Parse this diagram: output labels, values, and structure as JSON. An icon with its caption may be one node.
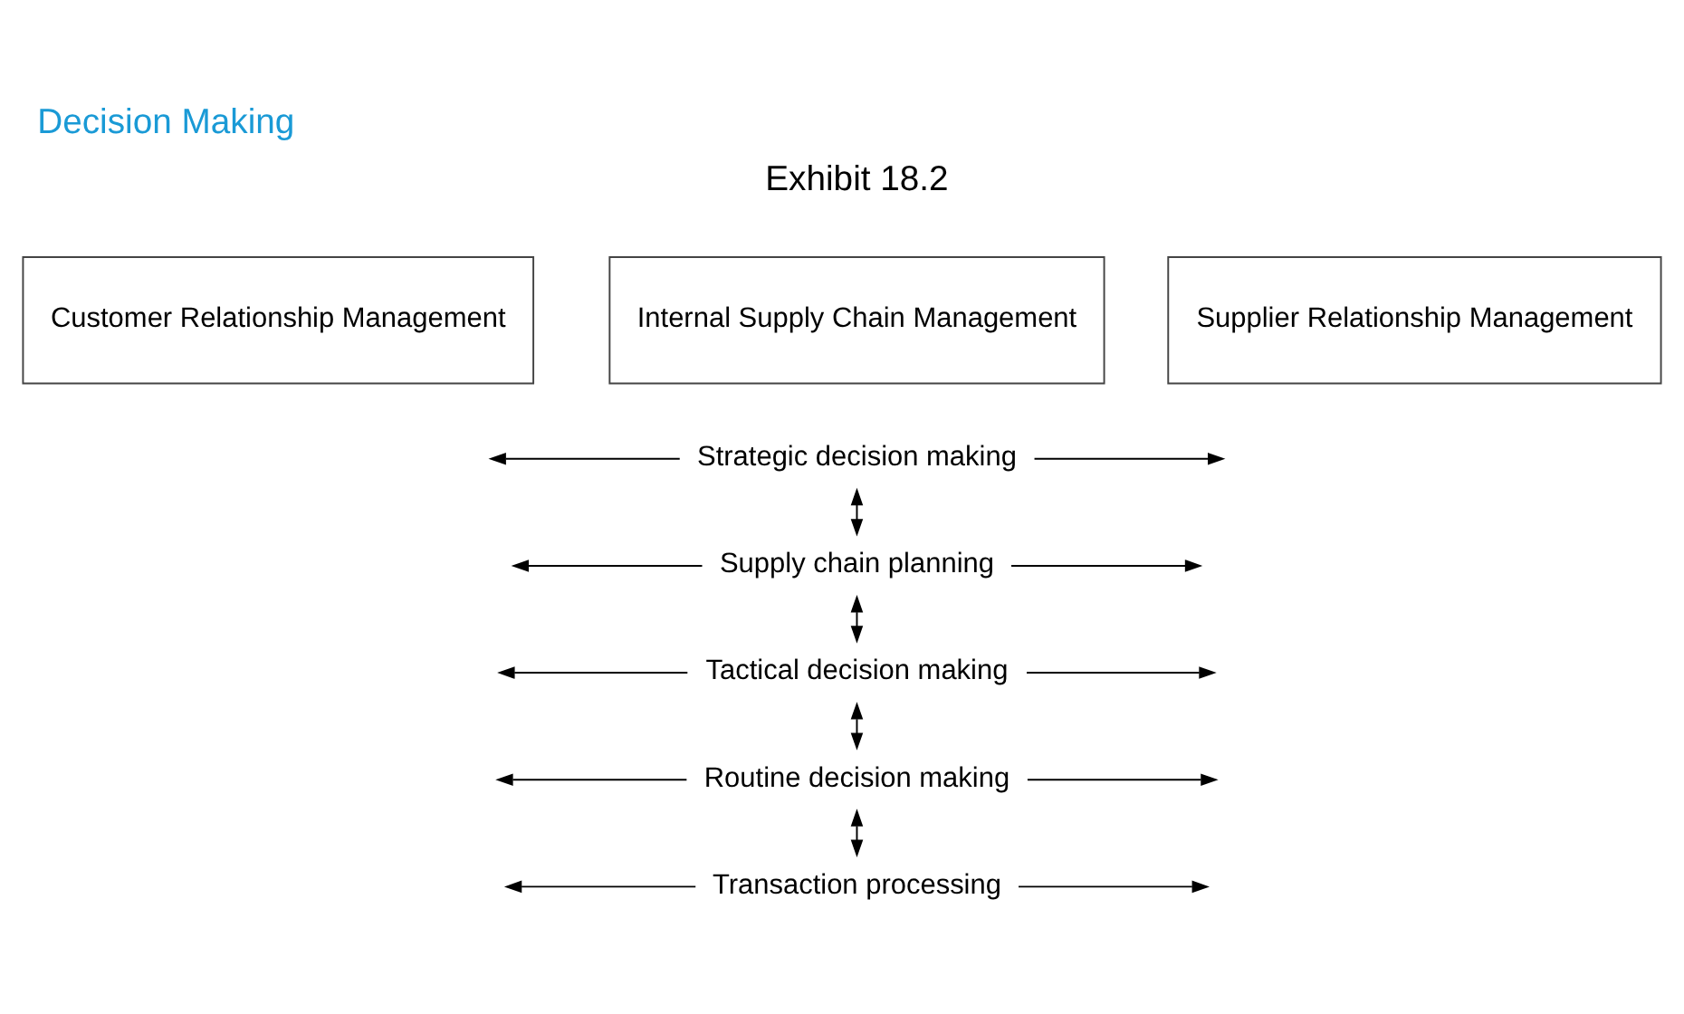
{
  "diagram": {
    "title": "Decision Making",
    "nodes": [
      {
        "text": [
          "Customer Relationship Management"
        ]
      },
      {
        "text": [
          "Internal Supply Chain Management"
        ]
      },
      {
        "text": [
          "Supplier Relationship Management"
        ]
      },
      {
        "text": [
          "Strategic decision making"
        ]
      },
      {
        "text": [
          "Supply chain planning"
        ]
      },
      {
        "text": [
          "Tactical decision making"
        ]
      },
      {
        "text": [
          "Routine decision making"
        ]
      },
      {
        "text": [
          "Transaction processing"
        ]
      }
    ],
    "edges": [
      {
        "from": 3,
        "to": null,
        "arrow": "to"
      },
      {
        "from": 3,
        "to": null,
        "arrow": "to"
      },
      {
        "from": 3,
        "to": 4,
        "arrow": "both"
      },
      {
        "from": 4,
        "to": null,
        "arrow": "to"
      },
      {
        "from": 4,
        "to": null,
        "arrow": "to"
      },
      {
        "from": 4,
        "to": 5,
        "arrow": "both"
      },
      {
        "from": 5,
        "to": null,
        "arrow": "to"
      },
      {
        "from": 5,
        "to": null,
        "arrow": "to"
      },
      {
        "from": 5,
        "to": 6,
        "arrow": "both"
      },
      {
        "from": 6,
        "to": null,
        "arrow": "to"
      },
      {
        "from": 6,
        "to": null,
        "arrow": "to"
      },
      {
        "from": 6,
        "to": 7,
        "arrow": "both"
      },
      {
        "from": 7,
        "to": null,
        "arrow": "to"
      },
      {
        "from": 7,
        "to": null,
        "arrow": "to"
      }
    ],
    "labels": [
      "Exhibit 18.2"
    ]
  }
}
